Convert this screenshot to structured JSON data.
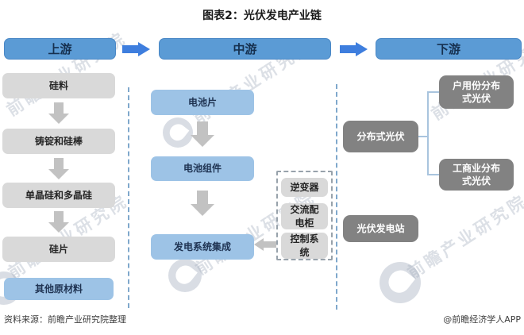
{
  "title": "图表2：光伏发电产业链",
  "headers": [
    {
      "label": "上游"
    },
    {
      "label": "中游"
    },
    {
      "label": "下游"
    }
  ],
  "upstream": {
    "chain": [
      "硅料",
      "铸锭和硅棒",
      "单晶硅和多晶硅",
      "硅片"
    ],
    "other": "其他原材料"
  },
  "midstream": {
    "chain": [
      "电池片",
      "电池组件",
      "发电系统集成"
    ],
    "components": [
      "逆变器",
      "交流配\n电柜",
      "控制系\n统"
    ]
  },
  "downstream": {
    "primary": "分布式光伏",
    "branches": [
      "户用份分布\n式光伏",
      "工商业分布\n式光伏"
    ],
    "secondary": "光伏发电站"
  },
  "footer": {
    "source": "资料来源：前瞻产业研究院整理",
    "credit": "@前瞻经济学人APP"
  },
  "watermark": {
    "text": "前瞻产业研究院"
  },
  "colors": {
    "header_blue": "#5B9BD5",
    "arrow_blue": "#3E7EDE",
    "light_blue_box": "#9DC3E6",
    "light_gray_box": "#D9D9D9",
    "dark_gray_box": "#828282",
    "flow_arrow_gray": "#C2C2C2",
    "separator_blue": "#7FA8CC"
  }
}
